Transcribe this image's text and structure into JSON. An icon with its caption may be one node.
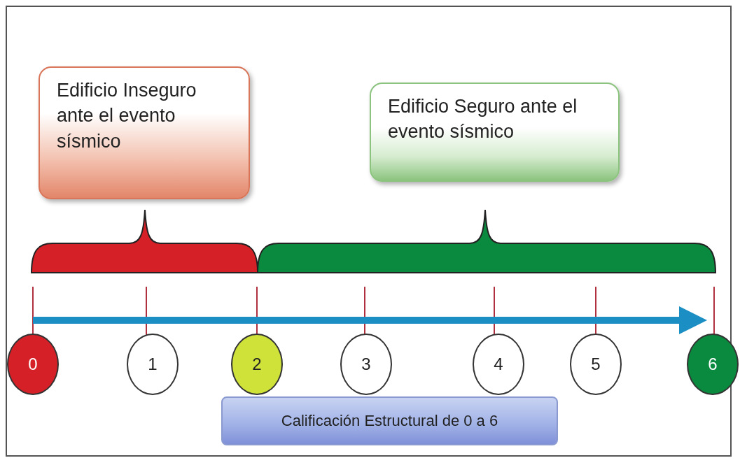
{
  "diagram": {
    "nodes": [
      {
        "text": [
          "Edificio Inseguro ante el evento sísmico"
        ]
      },
      {
        "text": [
          "Edificio Seguro ante el evento sísmico"
        ]
      },
      {
        "text": [
          "0"
        ]
      },
      {
        "text": [
          "1"
        ]
      },
      {
        "text": [
          "2"
        ]
      },
      {
        "text": [
          "3"
        ]
      },
      {
        "text": [
          "4"
        ]
      },
      {
        "text": [
          "5"
        ]
      },
      {
        "text": [
          "6"
        ]
      },
      {
        "text": [
          "Calificación Estructural de 0 a 6"
        ]
      }
    ]
  }
}
